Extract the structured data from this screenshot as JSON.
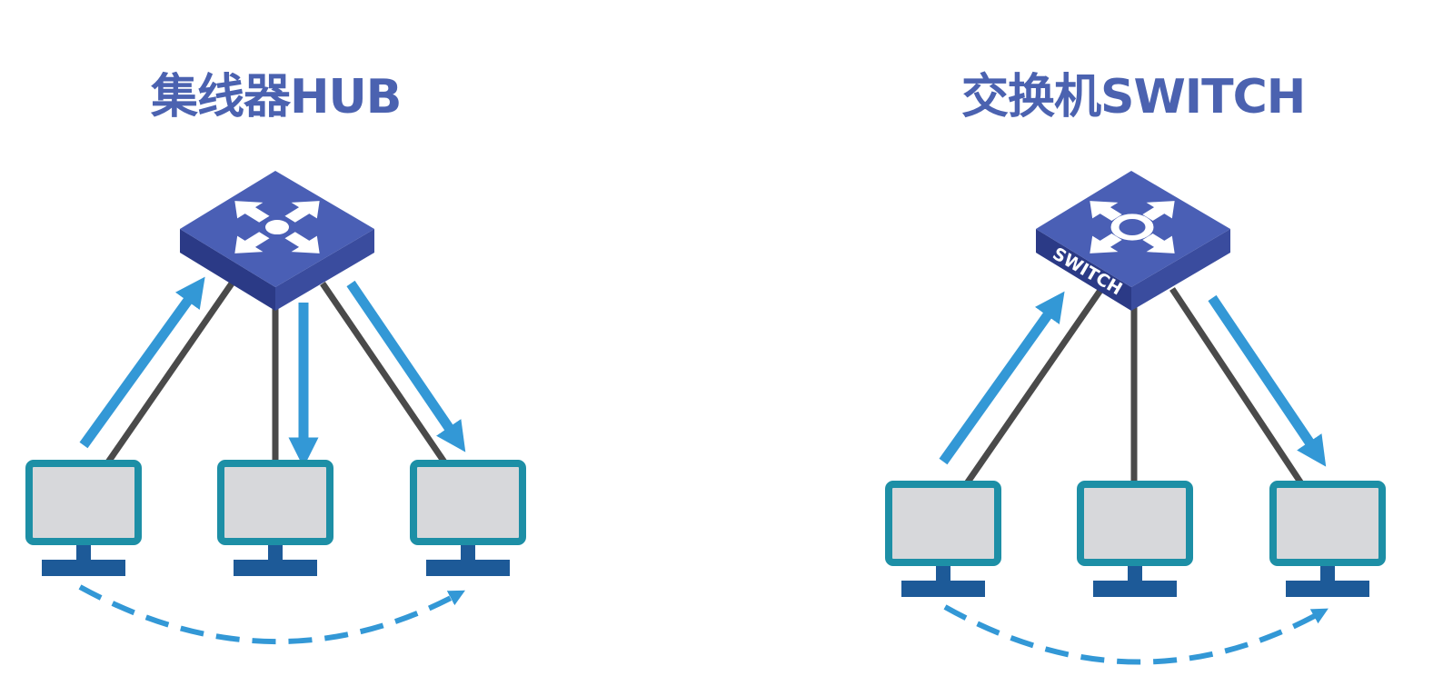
{
  "hub_panel": {
    "title": "集线器HUB",
    "device": "hub",
    "device_icon": "four-arrows-icon",
    "hosts": [
      "computer",
      "computer",
      "computer"
    ]
  },
  "switch_panel": {
    "title": "交换机SWITCH",
    "device": "switch",
    "device_icon": "four-arrows-ring-icon",
    "device_label": "SWITCH",
    "hosts": [
      "computer",
      "computer",
      "computer"
    ]
  },
  "colors": {
    "title": "#4b62b0",
    "device_top": "#4a5fb5",
    "device_side_dark": "#2b3a86",
    "device_side_mid": "#3a4c9e",
    "cable": "#4a4a4a",
    "arrow": "#3398d6",
    "monitor_frame": "#1d8fa6",
    "monitor_screen": "#d7d8db",
    "monitor_stand": "#1d5a98"
  }
}
